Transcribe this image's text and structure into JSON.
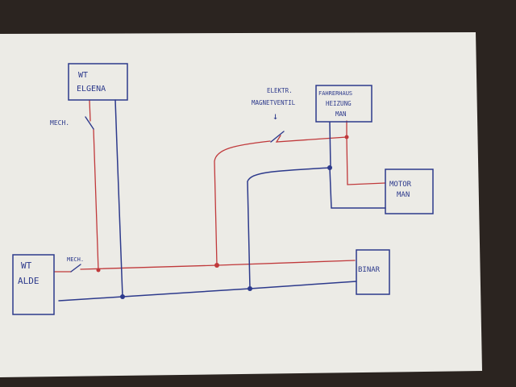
{
  "colors": {
    "background": "#2b2420",
    "paper": "#ecebe6",
    "ink_blue": "#2d3a8c",
    "ink_red": "#c0393b"
  },
  "boxes": {
    "wt_elgena": {
      "line1": "WT",
      "line2": "ELGENA"
    },
    "wt_alde": {
      "line1": "WT",
      "line2": "ALDE"
    },
    "fahrerhaus": {
      "line1": "FAHRERHAUS",
      "line2": "HEIZUNG",
      "line3": "MAN"
    },
    "motor": {
      "line1": "MOTOR",
      "line2": "MAN"
    },
    "binar": {
      "line1": "BINAR"
    }
  },
  "labels": {
    "mech_top": "MECH.",
    "mech_bottom": "MECH.",
    "elektr_line1": "ELEKTR.",
    "elektr_line2": "MAGNETVENTIL",
    "arrow": "↓"
  }
}
